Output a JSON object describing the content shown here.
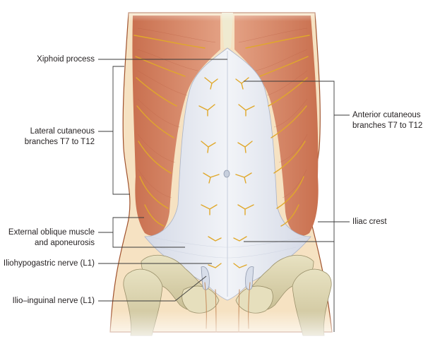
{
  "figure": {
    "subject": "Anterior abdominal wall cutaneous innervation",
    "colors": {
      "background": "#ffffff",
      "skin": "#f6e2c2",
      "skin_outline": "#a0522d",
      "muscle": "#d9876a",
      "muscle_dark": "#c16a50",
      "aponeurosis": "#e6eaf2",
      "aponeurosis_shadow": "#c5ccdb",
      "nerve": "#e0a82a",
      "bone": "#e3dcb8",
      "bone_shadow": "#b7ad84",
      "leader_line": "#3a3a3a",
      "label_text": "#231f20"
    }
  },
  "labels": {
    "left": [
      {
        "id": "xiphoid",
        "lines": [
          "Xiphoid process"
        ]
      },
      {
        "id": "lateral-cutaneous",
        "lines": [
          "Lateral cutaneous",
          "branches T7 to T12"
        ]
      },
      {
        "id": "external-oblique",
        "lines": [
          "External oblique muscle",
          "and aponeurosis"
        ]
      },
      {
        "id": "iliohypogastric",
        "lines": [
          "Iliohypogastric nerve (L1)"
        ]
      },
      {
        "id": "ilio-inguinal",
        "lines": [
          "Ilio–inguinal nerve (L1)"
        ]
      }
    ],
    "right": [
      {
        "id": "anterior-cutaneous",
        "lines": [
          "Anterior cutaneous",
          "branches T7 to T12"
        ]
      },
      {
        "id": "iliac-crest",
        "lines": [
          "Iliac crest"
        ]
      }
    ]
  }
}
